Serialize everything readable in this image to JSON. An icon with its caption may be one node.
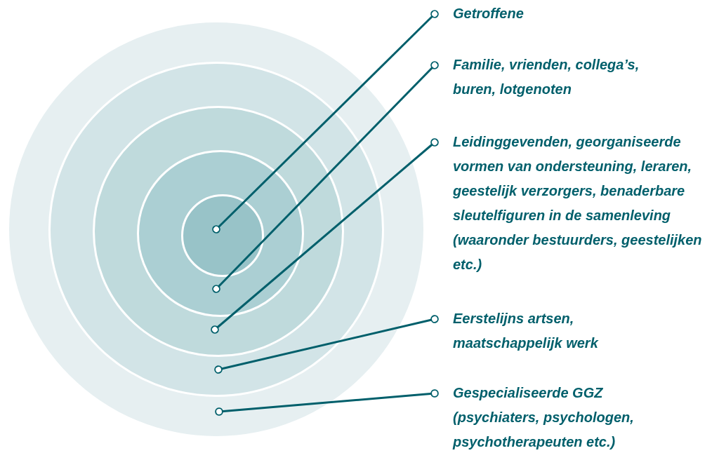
{
  "diagram": {
    "nodes": [
      {
        "text": [],
        "shape": "circle"
      },
      {
        "text": [],
        "shape": "circle",
        "in": 0
      },
      {
        "text": [],
        "shape": "circle",
        "in": 1
      },
      {
        "text": [],
        "shape": "circle",
        "in": 2
      },
      {
        "text": [],
        "shape": "circle",
        "in": 3
      },
      {
        "text": [
          "Getroffene"
        ]
      },
      {
        "text": [
          "Familie, vrienden, collega’s, buren, lotgenoten"
        ]
      },
      {
        "text": [
          "Leidinggevenden, georganiseerde vormen van ondersteuning, leraren, geestelijk verzorgers, benaderbare sleutelfiguren in de samenleving (waaronder bestuurders, geestelijken etc.)"
        ]
      },
      {
        "text": [
          "Eerstelijns artsen, maatschappelijk werk"
        ]
      },
      {
        "text": [
          "Gespecialiseerde GGZ (psychiaters, psychologen, psychotherapeuten etc.)"
        ]
      }
    ],
    "edges": [
      {
        "from": 5,
        "to": 4,
        "arrow": "other"
      },
      {
        "from": 6,
        "to": 3,
        "arrow": "other"
      },
      {
        "from": 7,
        "to": 2,
        "arrow": "other"
      },
      {
        "from": 8,
        "to": 1,
        "arrow": "other"
      },
      {
        "from": 9,
        "to": 0,
        "arrow": "other"
      }
    ]
  }
}
